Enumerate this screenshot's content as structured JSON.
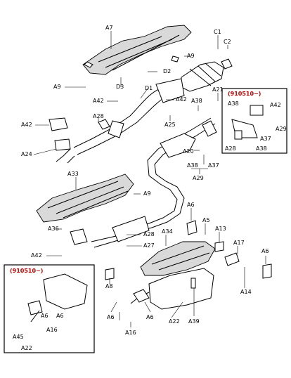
{
  "labels": {
    "a7": "A7",
    "c1": "C1",
    "c2": "C2",
    "a9_top": "A9",
    "d2": "D2",
    "a9_left": "A9",
    "d3": "D3",
    "d1": "D1",
    "a42_1": "A42",
    "a42_2": "A42",
    "a28_1": "A28",
    "a25": "A25",
    "a38_1": "A38",
    "a21": "A21",
    "a42_left": "A42",
    "a24": "A24",
    "a20": "A20",
    "a37": "A37",
    "a38_2": "A38",
    "a29": "A29",
    "a33": "A33",
    "a9_mid": "A9",
    "a6_1": "A6",
    "a5": "A5",
    "a36": "A36",
    "a28_2": "A28",
    "a34": "A34",
    "a13": "A13",
    "a27": "A27",
    "a42_bottom": "A42",
    "a17": "A17",
    "a6_2": "A6",
    "a8": "A8",
    "a14": "A14",
    "a22_right": "A22",
    "a39": "A39",
    "a6_3": "A6",
    "a6_4": "A6",
    "a16_right": "A16",
    "inset_right": {
      "date": "(910510−)",
      "a38": "A38",
      "a42": "A42",
      "a29": "A29",
      "a37": "A37",
      "a28": "A28",
      "a38b": "A38"
    },
    "inset_left": {
      "date": "(910510−)",
      "a6a": "A6",
      "a6b": "A6",
      "a16": "A16",
      "a45": "A45",
      "a22": "A22"
    }
  }
}
